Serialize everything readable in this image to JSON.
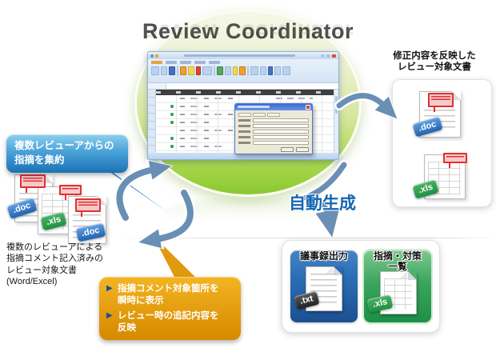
{
  "title": "Review Coordinator",
  "callout_aggregate": {
    "lines": [
      "複数レビューアからの",
      "指摘を集約"
    ]
  },
  "source_docs": {
    "badges": [
      ".doc",
      ".xls",
      ".doc"
    ],
    "caption_lines": [
      "複数のレビューアによる",
      "指摘コメント記入済みの",
      "レビュー対象文書",
      "(Word/Excel)"
    ]
  },
  "feature_callout": {
    "items": [
      {
        "lines": [
          "指摘コメント対象箇所を",
          "瞬時に表示"
        ]
      },
      {
        "lines": [
          "レビュー時の追記内容を",
          "反映"
        ]
      }
    ]
  },
  "revised_docs": {
    "caption_lines": [
      "修正内容を反映した",
      "レビュー対象文書"
    ],
    "badges": [
      ".doc",
      ".xls"
    ]
  },
  "auto_generate_label": "自動生成",
  "generated_outputs": {
    "minutes": {
      "label": "議事録出力",
      "badge": ".txt"
    },
    "issues": {
      "label_lines": [
        "指摘・対策",
        "一覧"
      ],
      "badge": ".xls"
    }
  },
  "colors": {
    "callout_blue": "#1b72b4",
    "callout_orange": "#e39c0d",
    "arrow_steel_blue": "#6a8fb5",
    "autogen_text_blue": "#1465b4",
    "ellipse_green": "#8cc832",
    "badge_doc_blue": "#2263b0",
    "badge_xls_green": "#1f8f43",
    "badge_txt_dark": "#222222",
    "tile_blue": "#2a6db5",
    "tile_green": "#1e8f48",
    "comment_red": "#e23030"
  }
}
